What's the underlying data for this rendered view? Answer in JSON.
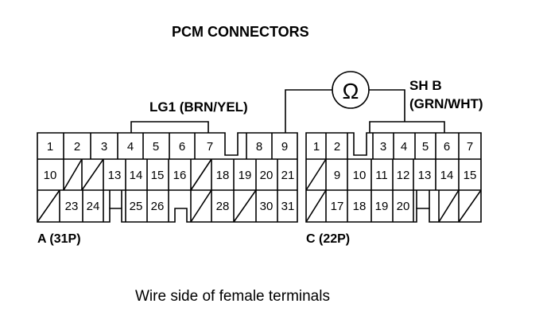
{
  "title": "PCM CONNECTORS",
  "probe": {
    "symbol": "Ω",
    "left_label": "LG1 (BRN/YEL)",
    "right_label_line1": "SH B",
    "right_label_line2": "(GRN/WHT)"
  },
  "connector_a": {
    "name": "A (31P)",
    "rows": [
      [
        "1",
        "2",
        "3",
        "4",
        "5",
        "6",
        "7",
        "",
        "8",
        "9"
      ],
      [
        "10",
        "",
        "",
        "13",
        "14",
        "15",
        "16",
        "",
        "18",
        "19",
        "20",
        "21"
      ],
      [
        "",
        "23",
        "24",
        "",
        "25",
        "26",
        "",
        "",
        "28",
        "",
        "30",
        "31"
      ]
    ]
  },
  "connector_c": {
    "name": "C (22P)",
    "rows": [
      [
        "1",
        "2",
        "",
        "3",
        "4",
        "5",
        "6",
        "7"
      ],
      [
        "",
        "9",
        "10",
        "11",
        "12",
        "13",
        "14",
        "15"
      ],
      [
        "",
        "17",
        "18",
        "19",
        "20",
        "",
        ""
      ]
    ]
  },
  "caption": "Wire side of female terminals"
}
